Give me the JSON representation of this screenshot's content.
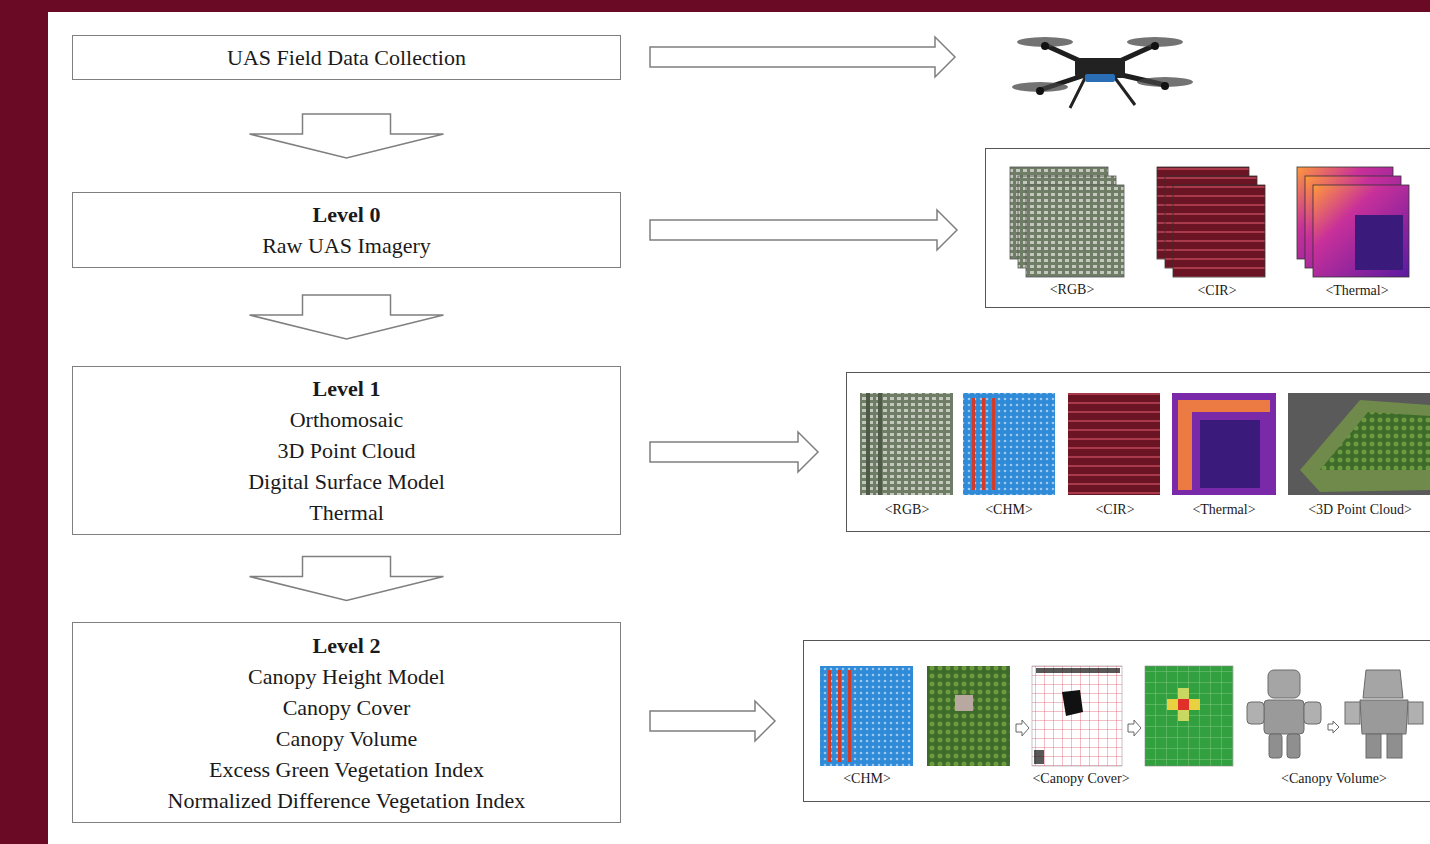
{
  "diagram": {
    "nodes": [
      {
        "text": [
          "UAS Field Data Collection"
        ]
      },
      {
        "text": [
          "Level 0",
          "Raw UAS Imagery"
        ]
      },
      {
        "text": [
          "<RGB>",
          "<CIR>",
          "<Thermal>"
        ]
      },
      {
        "text": [
          "Level 1",
          "Orthomosaic",
          "3D Point Cloud",
          "Digital Surface Model",
          "Thermal"
        ]
      },
      {
        "text": [
          "<RGB>",
          "<CHM>",
          "<CIR>",
          "<Thermal>",
          "<3D Point Cloud>"
        ]
      },
      {
        "text": [
          "Level 2",
          "Canopy Height Model",
          "Canopy Cover",
          "Canopy Volume",
          "Excess Green Vegetation Index",
          "Normalized Difference Vegetation Index"
        ]
      },
      {
        "text": [
          "<CHM>",
          "<Canopy Cover>",
          "<Canopy Volume>"
        ]
      }
    ],
    "edges": [
      {
        "from": 0,
        "to": 1,
        "arrow": "to"
      },
      {
        "from": 1,
        "to": 3,
        "arrow": "to"
      },
      {
        "from": 3,
        "to": 5,
        "arrow": "to"
      },
      {
        "from": 1,
        "to": 2,
        "arrow": "to"
      },
      {
        "from": 3,
        "to": 4,
        "arrow": "to"
      },
      {
        "from": 5,
        "to": 6,
        "arrow": "to"
      }
    ]
  }
}
